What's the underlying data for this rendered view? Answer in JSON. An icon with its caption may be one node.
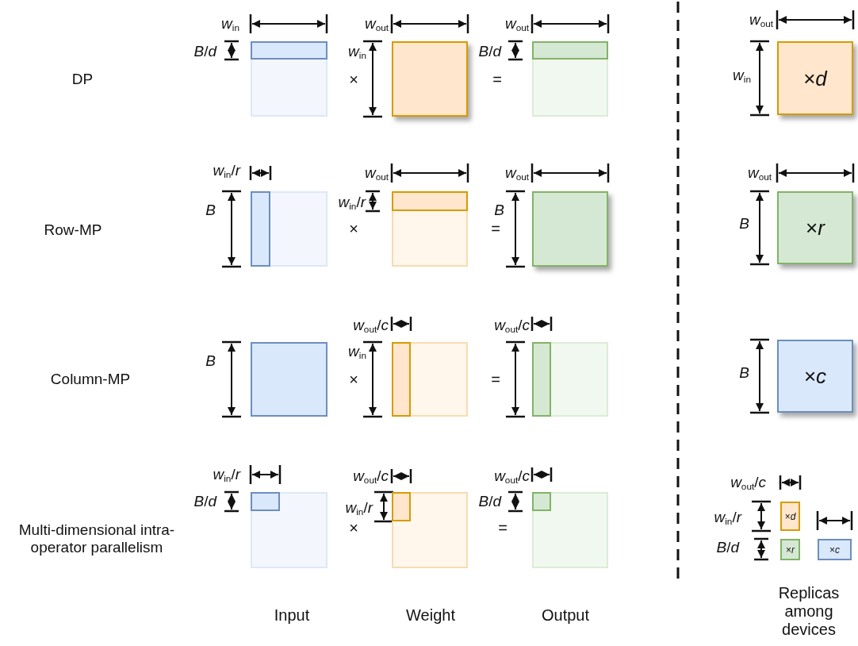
{
  "diagram": {
    "nodes": [
      {
        "text": [],
        "shape": "box"
      },
      {
        "text": [],
        "shape": "box"
      },
      {
        "text": [],
        "shape": "box"
      },
      {
        "text": [
          "×*d*"
        ]
      },
      {
        "text": [],
        "shape": "box"
      },
      {
        "text": [],
        "shape": "box"
      },
      {
        "text": [],
        "shape": "box"
      },
      {
        "text": [
          "×*r*"
        ]
      },
      {
        "text": [],
        "shape": "box"
      },
      {
        "text": [],
        "shape": "box"
      },
      {
        "text": [],
        "shape": "box"
      },
      {
        "text": [
          "×*c*"
        ]
      },
      {
        "text": [],
        "shape": "box"
      },
      {
        "text": [],
        "shape": "box"
      },
      {
        "text": [],
        "shape": "box"
      },
      {
        "text": [
          "×*d*"
        ]
      },
      {
        "text": [
          "×*r*"
        ]
      },
      {
        "text": [
          "×*c*"
        ]
      }
    ],
    "labels": [
      "*w*$_{in}$",
      "*w*$_{out}$",
      "*w*$_{out}$",
      "*w*$_{out}$",
      "DP",
      "*B*/*d*",
      "*w*$_{in}$",
      "×",
      "*B*/*d*",
      "=",
      "*w*$_{in}$",
      "*w*$_{in}$/*r*",
      "*w*$_{out}$",
      "*w*$_{out}$",
      "*w*$_{out}$",
      "*w*$_{in}$/*r*",
      "*B*",
      "Row-MP",
      "*B*",
      "×",
      "=",
      "*B*",
      "*w*$_{out}$/*c*",
      "*w*$_{out}$/*c*",
      "*w*$_{in}$",
      "*B*",
      "*B*",
      "Column-MP",
      "×",
      "=",
      "*w*$_{in}$/*r*",
      "*w*$_{out}$/*c*",
      "*w*$_{out}$/*c*",
      "*w*$_{out}$/*c*",
      "*B*/*d*",
      "*B*/*d*",
      "*w*$_{in}$/*r*",
      "*w*$_{in}$/*r*",
      "Multi-dimensional intra-operator parallelism",
      "×",
      "=",
      "*B*/*d*",
      "Input",
      "Weight",
      "Output",
      "Replicas among devices"
    ]
  }
}
